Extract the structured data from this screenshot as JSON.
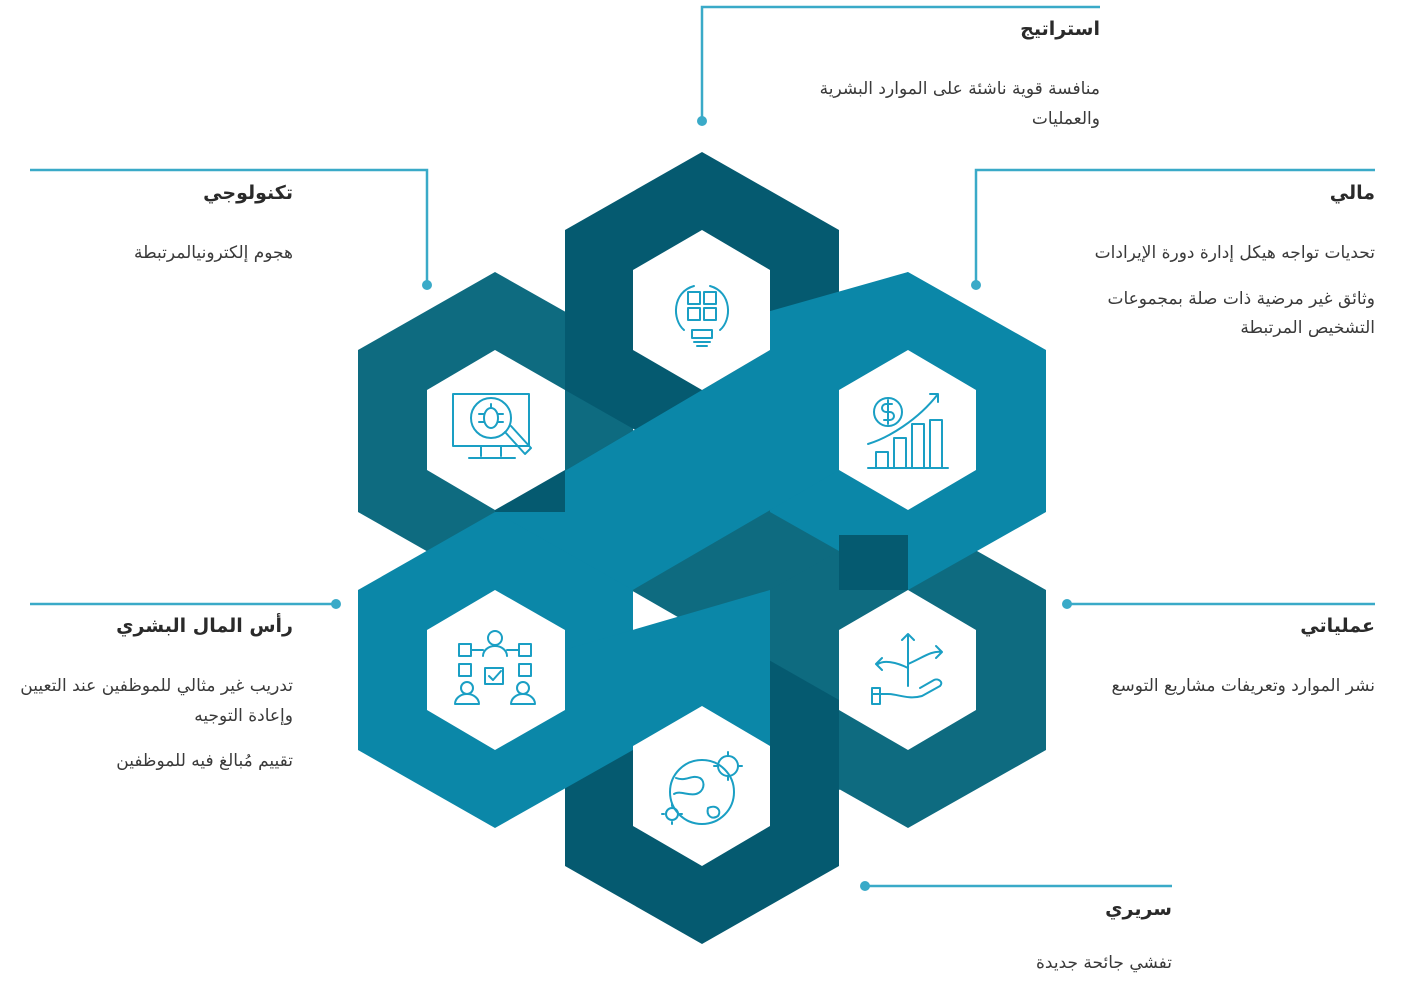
{
  "colors": {
    "dark_teal": "#055a70",
    "mid_teal": "#0e6b80",
    "bright_teal": "#0b87a8",
    "icon_stroke": "#1a9fc4",
    "connector": "#3aaac8"
  },
  "icons": {
    "strategic": "lightbulb-puzzle-icon",
    "finance": "dollar-growth-chart-icon",
    "operations": "hand-arrows-icon",
    "sovereign": "globe-virus-icon",
    "human": "org-people-icon",
    "technology": "monitor-bug-magnifier-icon"
  },
  "categories": {
    "strategic": {
      "title": "استراتيج",
      "lines": [
        "منافسة قوية ناشئة على الموارد البشرية والعمليات"
      ]
    },
    "technology": {
      "title": "تكنولوجي",
      "lines": [
        "هجوم إلكترونيالمرتبطة"
      ]
    },
    "finance": {
      "title": "مالي",
      "lines": [
        "تحديات تواجه هيكل إدارة دورة الإيرادات",
        "وثائق غير مرضية ذات صلة بمجموعات التشخيص المرتبطة"
      ]
    },
    "operations": {
      "title": "عملياتي",
      "lines": [
        "نشر الموارد وتعريفات مشاريع التوسع"
      ]
    },
    "human": {
      "title": "رأس المال البشري",
      "lines": [
        "تدريب غير مثالي للموظفين عند التعيين وإعادة التوجيه",
        "تقييم مُبالغ فيه للموظفين"
      ]
    },
    "sovereign": {
      "title": "سريري",
      "lines": [
        "تفشي جائحة جديدة"
      ]
    }
  }
}
